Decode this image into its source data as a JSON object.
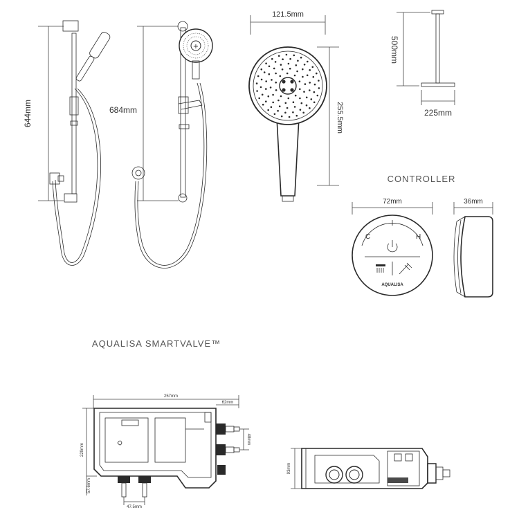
{
  "shower_kit": {
    "riser_height": "644mm",
    "riser_height_alt": "684mm",
    "head_width": "121.5mm",
    "head_length": "255.5mm",
    "arm_length": "500mm",
    "arm_plate": "225mm"
  },
  "controller": {
    "title": "CONTROLLER",
    "width": "72mm",
    "depth": "36mm",
    "cold_label": "C",
    "hot_label": "H",
    "brand": "AQUALISA",
    "icons": [
      "power-icon",
      "overhead-shower-icon",
      "handset-shower-icon"
    ]
  },
  "valve": {
    "title": "AQUALISA SMARTVALVE™",
    "width": "257mm",
    "outlet_offset": "62mm",
    "height": "229mm",
    "outlet_spacing": "48mm",
    "lower_height": "57.6mm",
    "inlet_spacing": "47.5mm",
    "side_depth": "93mm"
  }
}
